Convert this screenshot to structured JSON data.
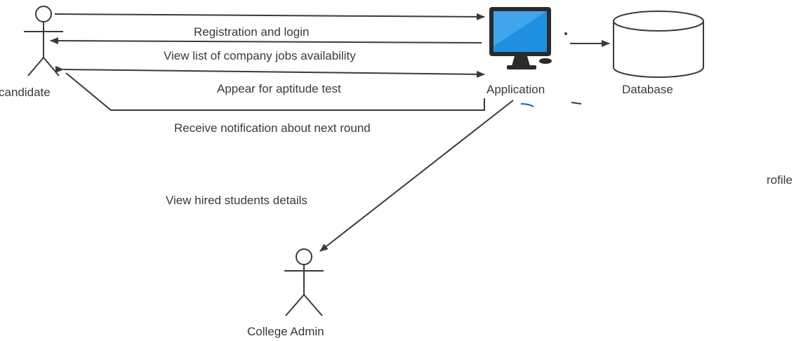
{
  "diagram": {
    "actors": {
      "candidate": "candidate",
      "application": "Application",
      "database": "Database",
      "college_admin": "College Admin"
    },
    "messages": {
      "registration": "Registration and login",
      "view_jobs": "View list of company jobs availability",
      "aptitude": "Appear for aptitude test",
      "notification": "Receive notification about next round",
      "view_hired": "View hired students details"
    },
    "fragment_text": "rofile",
    "colors": {
      "line": "#3a3a3a",
      "monitor_screen": "#1f8fe0",
      "monitor_body": "#2b2b2b"
    }
  }
}
